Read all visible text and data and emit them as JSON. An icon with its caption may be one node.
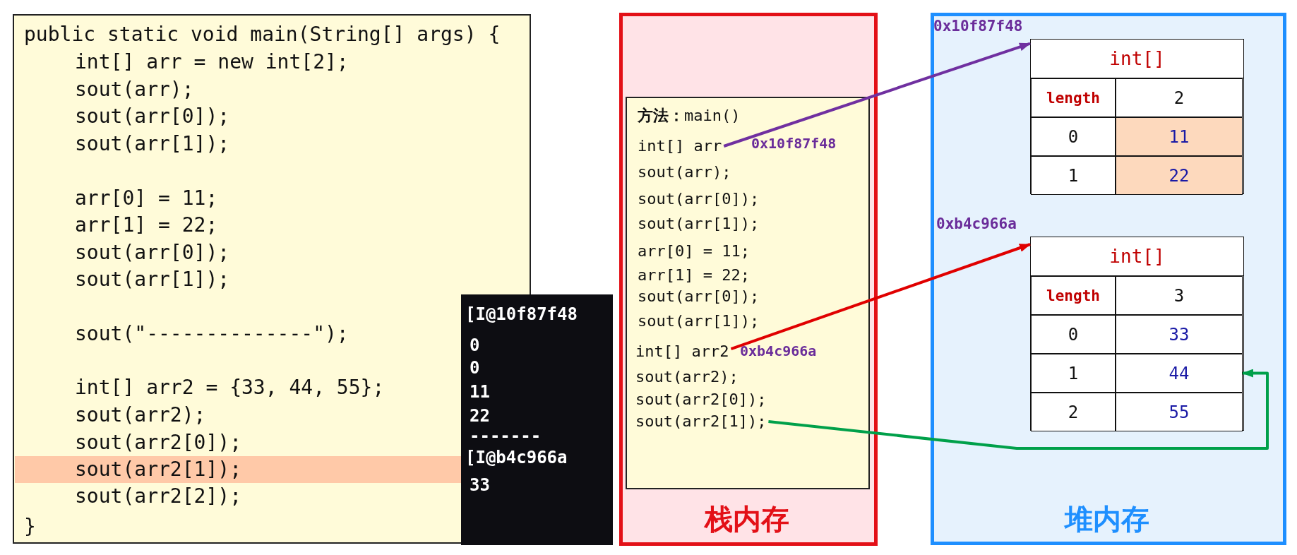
{
  "diagram": {
    "nodes": [
      {
        "text": [
          "public static void main(String[] args) {",
          "int[] arr = new int[2];",
          "sout(arr);",
          "sout(arr[0]);",
          "sout(arr[1]);",
          "arr[0] = 11;",
          "arr[1] = 22;",
          "sout(arr[0]);",
          "sout(arr[1]);",
          "sout(\"--------------\");",
          "int[] arr2 = {33, 44, 55};",
          "sout(arr2);",
          "sout(arr2[0]);",
          "sout(arr2[1]);",
          "sout(arr2[2]);",
          "}"
        ]
      },
      {
        "text": [
          "[I@10f87f48",
          "0",
          "0",
          "11",
          "22",
          "-------",
          "[I@b4c966a",
          "33"
        ]
      },
      {
        "text": [
          "栈内存"
        ]
      },
      {
        "text": [
          "**方法：**main()"
        ],
        "in": 2
      },
      {
        "text": [
          "int[] arr"
        ],
        "in": 3,
        "beside": [
          "0x10f87f48"
        ]
      },
      {
        "text": [
          "sout(arr);"
        ],
        "in": 3
      },
      {
        "text": [
          "sout(arr[0]);"
        ],
        "in": 3
      },
      {
        "text": [
          "sout(arr[1]);"
        ],
        "in": 3
      },
      {
        "text": [
          "arr[0] = 11;"
        ],
        "in": 3
      },
      {
        "text": [
          "arr[1] = 22;"
        ],
        "in": 3
      },
      {
        "text": [
          "sout(arr[0]);"
        ],
        "in": 3
      },
      {
        "text": [
          "sout(arr[1]);"
        ],
        "in": 3
      },
      {
        "text": [
          "int[] arr2"
        ],
        "in": 3,
        "beside": [
          "0xb4c966a"
        ]
      },
      {
        "text": [
          "sout(arr2);"
        ],
        "in": 3
      },
      {
        "text": [
          "sout(arr2[0]);"
        ],
        "in": 3
      },
      {
        "text": [
          "sout(arr2[1]);"
        ],
        "in": 3
      },
      {
        "text": [
          "堆内存"
        ]
      },
      {
        "text": [
          "int[]"
        ],
        "in": 16,
        "beside": [
          "0x10f87f48"
        ]
      },
      {
        "text": [
          "length"
        ],
        "in": 17
      },
      {
        "text": [
          "2"
        ],
        "in": 17
      },
      {
        "text": [
          "0"
        ],
        "in": 17
      },
      {
        "text": [
          "11"
        ],
        "in": 17
      },
      {
        "text": [
          "1"
        ],
        "in": 17
      },
      {
        "text": [
          "22"
        ],
        "in": 17
      },
      {
        "text": [
          "int[]"
        ],
        "in": 16,
        "beside": [
          "0xb4c966a"
        ]
      },
      {
        "text": [
          "length"
        ],
        "in": 24
      },
      {
        "text": [
          "3"
        ],
        "in": 24
      },
      {
        "text": [
          "0"
        ],
        "in": 24
      },
      {
        "text": [
          "33"
        ],
        "in": 24
      },
      {
        "text": [
          "1"
        ],
        "in": 24
      },
      {
        "text": [
          "44"
        ],
        "in": 24
      },
      {
        "text": [
          "2"
        ],
        "in": 24
      },
      {
        "text": [
          "55"
        ],
        "in": 24
      }
    ],
    "edges": [
      {
        "from": 4,
        "to": 17,
        "arrow": "to",
        "color": "#7030a0"
      },
      {
        "from": 12,
        "to": 24,
        "arrow": "to",
        "color": "#e00000"
      },
      {
        "from": 15,
        "to": 30,
        "arrow": "to",
        "color": "#00a04a"
      }
    ]
  }
}
